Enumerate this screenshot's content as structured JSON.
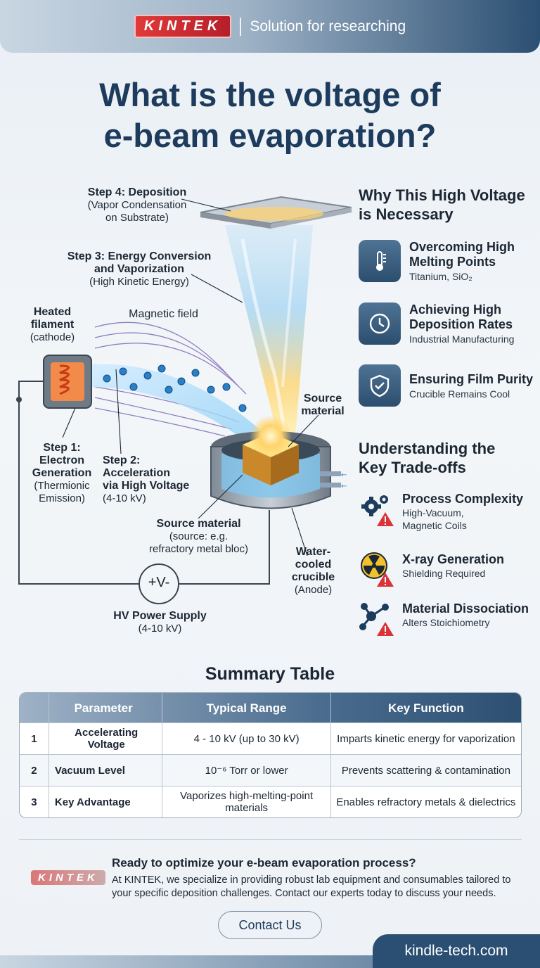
{
  "header": {
    "logo": "KINTEK",
    "tagline": "Solution for researching"
  },
  "title": {
    "line1": "What is the voltage of",
    "line2": "e-beam evaporation?"
  },
  "diagram": {
    "step4_title": "Step 4: Deposition",
    "step4_sub_1": "(Vapor Condensation",
    "step4_sub_2": "on Substrate)",
    "step3_title_1": "Step 3: Energy Conversion",
    "step3_title_2": "and Vaporization",
    "step3_sub": "(High Kinetic Energy)",
    "filament_title_1": "Heated",
    "filament_title_2": "filament",
    "filament_sub": "(cathode)",
    "magnetic_field": "Magnetic field",
    "source_top_1": "Source",
    "source_top_2": "material",
    "step1_title_1": "Step 1:",
    "step1_title_2": "Electron",
    "step1_title_3": "Generation",
    "step1_sub_1": "(Thermionic",
    "step1_sub_2": "Emission)",
    "step2_title_1": "Step 2:",
    "step2_title_2": "Acceleration",
    "step2_title_3": "via High Voltage",
    "step2_sub": "(4-10 kV)",
    "source_bottom_title": "Source material",
    "source_bottom_sub_1": "(source: e.g.",
    "source_bottom_sub_2": "refractory metal bloc)",
    "crucible_title_1": "Water-",
    "crucible_title_2": "cooled",
    "crucible_title_3": "crucible",
    "crucible_sub": "(Anode)",
    "power_symbol": "+V-",
    "power_title": "HV Power Supply",
    "power_sub": "(4-10 kV)"
  },
  "why": {
    "heading_1": "Why This High Voltage",
    "heading_2": "is Necessary",
    "items": [
      {
        "icon": "thermometer-icon",
        "title_1": "Overcoming High",
        "title_2": "Melting Points",
        "sub": "Titanium, SiO₂"
      },
      {
        "icon": "clock-icon",
        "title_1": "Achieving High",
        "title_2": "Deposition Rates",
        "sub": "Industrial Manufacturing"
      },
      {
        "icon": "shield-check-icon",
        "title_1": "Ensuring Film Purity",
        "title_2": "",
        "sub": "Crucible Remains Cool"
      }
    ]
  },
  "tradeoffs": {
    "heading_1": "Understanding the",
    "heading_2": "Key Trade-offs",
    "items": [
      {
        "icon": "gears-warning-icon",
        "title": "Process Complexity",
        "sub_1": "High-Vacuum,",
        "sub_2": "Magnetic Coils"
      },
      {
        "icon": "radiation-warning-icon",
        "title": "X-ray Generation",
        "sub_1": "Shielding Required",
        "sub_2": ""
      },
      {
        "icon": "molecule-warning-icon",
        "title": "Material Dissociation",
        "sub_1": "Alters Stoichiometry",
        "sub_2": ""
      }
    ]
  },
  "summary": {
    "title": "Summary Table",
    "headers": [
      "",
      "Parameter",
      "Typical Range",
      "Key Function"
    ],
    "rows": [
      [
        "1",
        "Accelerating Voltage",
        "4 - 10 kV (up to 30 kV)",
        "Imparts kinetic energy for vaporization"
      ],
      [
        "2",
        "Vacuum Level",
        "10⁻⁶ Torr or lower",
        "Prevents scattering & contamination"
      ],
      [
        "3",
        "Key Advantage",
        "Vaporizes high-melting-point materials",
        "Enables refractory metals & dielectrics"
      ]
    ]
  },
  "cta": {
    "logo": "KINTEK",
    "title": "Ready to optimize your e-beam evaporation process?",
    "body": "At KINTEK, we specialize in providing robust lab equipment and consumables tailored to your specific deposition challenges. Contact our experts today to discuss your needs.",
    "button": "Contact Us"
  },
  "footer": {
    "url": "kindle-tech.com"
  },
  "colors": {
    "navy": "#1d3b5c",
    "accent_red": "#d9343a",
    "beam_blue": "#7fc4ee",
    "glow": "#ffd36b"
  }
}
